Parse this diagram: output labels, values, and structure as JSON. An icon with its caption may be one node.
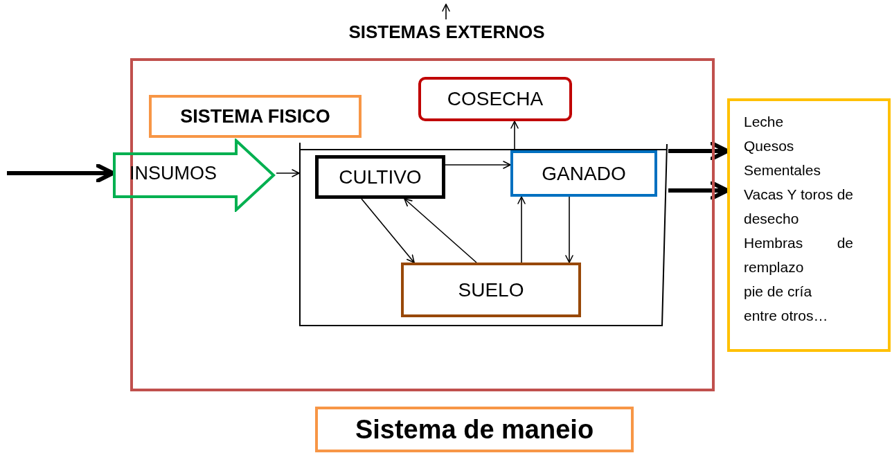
{
  "diagram": {
    "nodes": [
      {
        "text": [
          "SISTEMAS EXTERNOS"
        ]
      },
      {
        "text": [],
        "shape": "box"
      },
      {
        "text": [
          "COSECHA"
        ],
        "in": 1
      },
      {
        "text": [
          "SISTEMA FISICO"
        ],
        "in": 1
      },
      {
        "text": [
          "INSUMOS"
        ],
        "in": 1
      },
      {
        "text": [],
        "shape": "box",
        "in": 1
      },
      {
        "text": [
          "CULTIVO"
        ],
        "in": 5
      },
      {
        "text": [
          "GANADO"
        ],
        "in": 5
      },
      {
        "text": [
          "SUELO"
        ],
        "in": 5
      },
      {
        "text": [
          "Leche",
          "Quesos",
          "Sementales",
          "Vacas Y toros de desecho",
          "Hembras de remplazo",
          "pie de cría",
          "entre otros…"
        ]
      },
      {
        "text": [
          "Sistema de maneio"
        ]
      }
    ],
    "edges": [
      {
        "from": null,
        "to": 4,
        "arrow": "to",
        "style": "thick"
      },
      {
        "from": 4,
        "to": 5,
        "arrow": "to"
      },
      {
        "from": 6,
        "to": 7,
        "arrow": "to"
      },
      {
        "from": 7,
        "to": 2,
        "arrow": "to"
      },
      {
        "from": 6,
        "to": 8,
        "arrow": "to"
      },
      {
        "from": 8,
        "to": 6,
        "arrow": "to"
      },
      {
        "from": 8,
        "to": 7,
        "arrow": "to"
      },
      {
        "from": 7,
        "to": 8,
        "arrow": "to"
      },
      {
        "from": 5,
        "to": 9,
        "arrow": "to",
        "style": "thick"
      },
      {
        "from": 5,
        "to": 9,
        "arrow": "to",
        "style": "thick"
      },
      {
        "from": 0,
        "to": null,
        "arrow": "to"
      }
    ]
  }
}
